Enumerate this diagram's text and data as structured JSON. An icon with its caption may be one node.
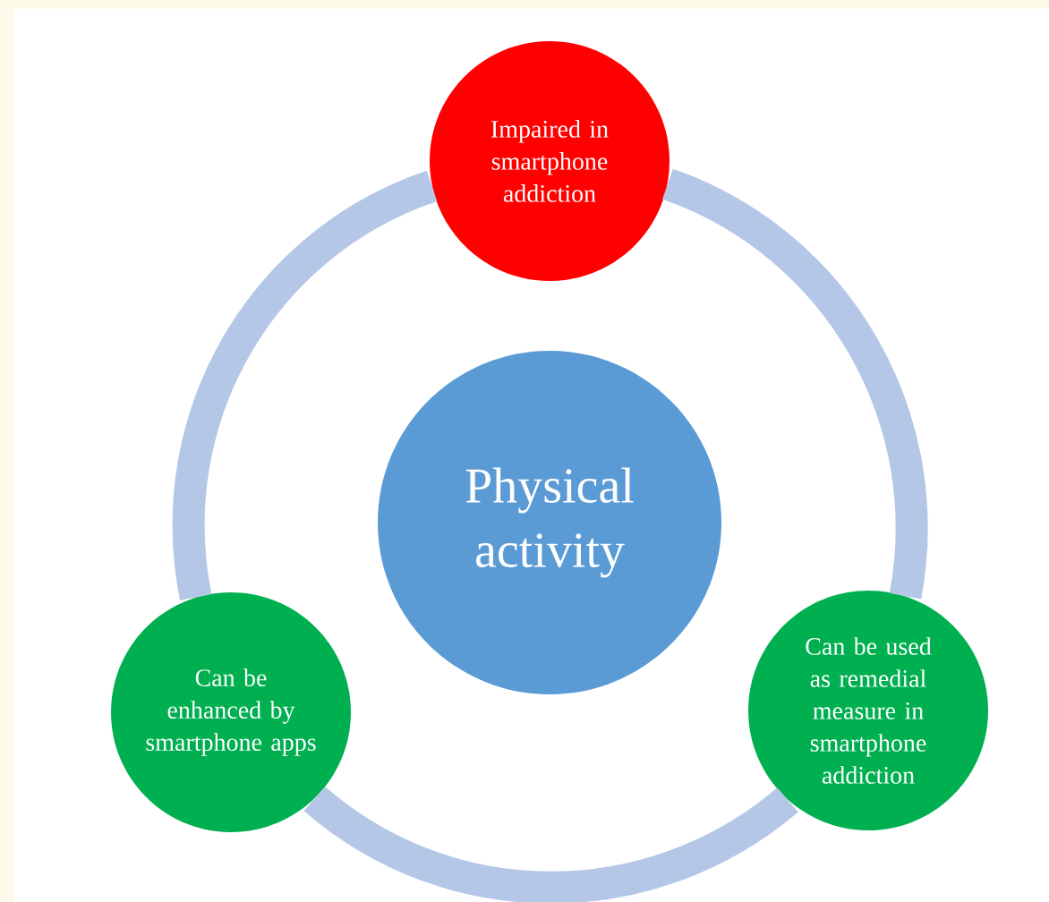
{
  "diagram": {
    "nodes": [
      {
        "text": [
          "Impaired in smartphone addiction"
        ]
      },
      {
        "text": [
          "Physical activity"
        ]
      },
      {
        "text": [
          "Can be enhanced by smartphone apps"
        ]
      },
      {
        "text": [
          "Can be used as remedial measure in smartphone addiction"
        ]
      }
    ],
    "edges": [
      {
        "from": 0,
        "to": 3,
        "arrow": "none"
      },
      {
        "from": 3,
        "to": 2,
        "arrow": "none"
      },
      {
        "from": 2,
        "to": 0,
        "arrow": "none"
      }
    ]
  }
}
